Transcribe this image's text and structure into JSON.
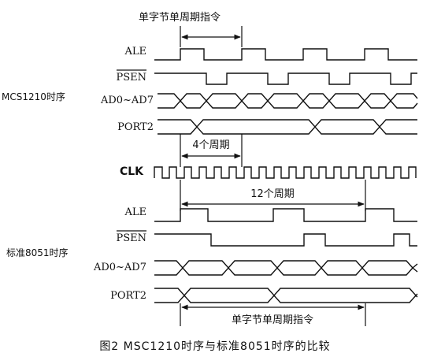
{
  "top_group": {
    "name": "MCS1210时序",
    "signals": [
      "ALE",
      "PSEN",
      "AD0~AD7",
      "PORT2"
    ],
    "top_span_label": "单字节单周期指令",
    "mid_span_label": "4个周期"
  },
  "clock": {
    "label": "CLK"
  },
  "bottom_group": {
    "name": "标准8051时序",
    "signals": [
      "ALE",
      "PSEN",
      "AD0~AD7",
      "PORT2"
    ],
    "top_span_label": "12个周期",
    "bottom_span_label": "单字节单周期指令"
  },
  "caption": "图2   MSC1210时序与标准8051时序的比较"
}
